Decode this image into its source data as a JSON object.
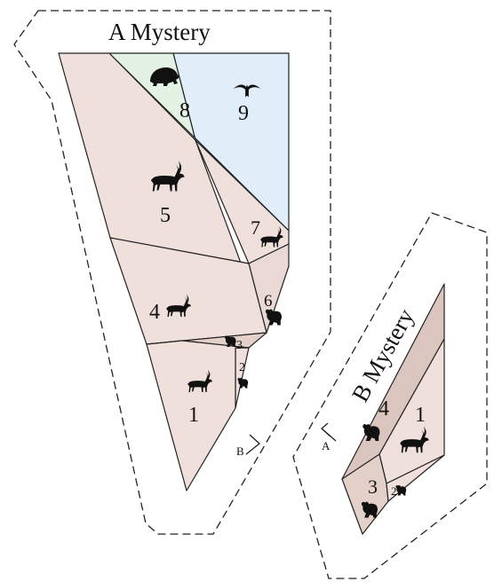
{
  "panels": {
    "a": {
      "title": "A Mystery",
      "join_mark": "B",
      "pieces": [
        {
          "label": "1",
          "animal": "deer",
          "color": "#f0e0dc"
        },
        {
          "label": "2",
          "animal": "koala",
          "color": "#f0e0dc"
        },
        {
          "label": "3",
          "animal": "koala",
          "color": "#e3d0c8"
        },
        {
          "label": "4",
          "animal": "deer",
          "color": "#f0e0dc"
        },
        {
          "label": "5",
          "animal": "deer",
          "color": "#f0e0dc"
        },
        {
          "label": "6",
          "animal": "koala",
          "color": "#e9d8d4"
        },
        {
          "label": "7",
          "animal": "deer",
          "color": "#f0e0dc"
        },
        {
          "label": "8",
          "animal": "raccoon",
          "color": "#e4f2e4"
        },
        {
          "label": "9",
          "animal": "bird",
          "color": "#dfeef9"
        }
      ]
    },
    "b": {
      "title": "B Mystery",
      "join_mark": "A",
      "pieces": [
        {
          "label": "1",
          "animal": "deer",
          "color": "#f0e0dc"
        },
        {
          "label": "2",
          "animal": "koala",
          "color": "#f0e0dc"
        },
        {
          "label": "3",
          "animal": "koala",
          "color": "#e3d0c8"
        },
        {
          "label": "4",
          "animal": "koala",
          "color": "#dbc6bf"
        }
      ]
    }
  },
  "colors": {
    "outline": "#222222"
  }
}
